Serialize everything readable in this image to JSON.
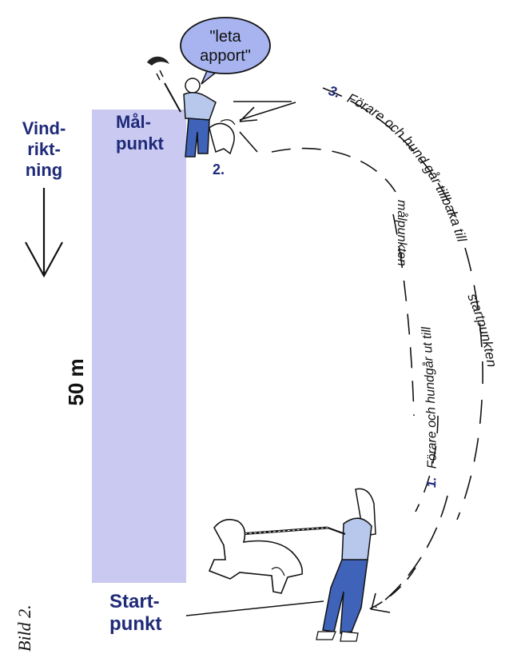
{
  "figure_label": "Bild 2.",
  "wind": {
    "line1": "Vind-",
    "line2": "rikt-",
    "line3": "ning"
  },
  "target": {
    "line1": "Mål-",
    "line2": "punkt",
    "marker": "2."
  },
  "start": {
    "line1": "Start-",
    "line2": "punkt"
  },
  "distance": "50 m",
  "speech_bubble": {
    "line1": "\"leta",
    "line2": "apport\""
  },
  "route_out": {
    "number": "1.",
    "text": "Förare och hundgår ut till",
    "text2": "målpunkten"
  },
  "route_back": {
    "number": "3.",
    "text": "Förare och hund går tillbaka till",
    "text2": "startpunkten"
  },
  "colors": {
    "field": "#c9c9f2",
    "label": "#1f2a78",
    "bubble": "#a8b4ef",
    "jeans": "#3f63b8",
    "shirt": "#b7c8ec"
  }
}
